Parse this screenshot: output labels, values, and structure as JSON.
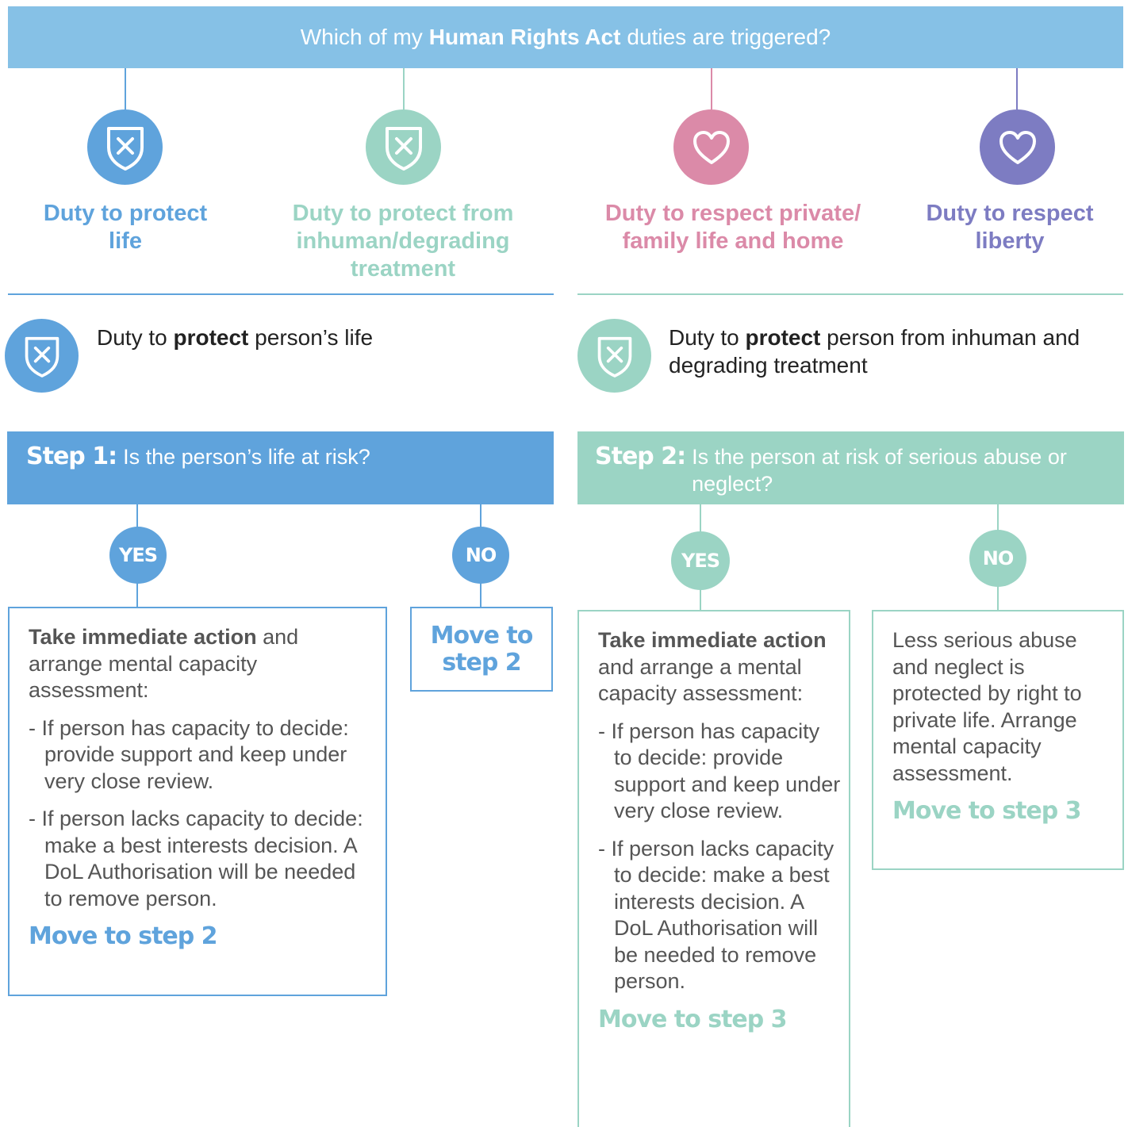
{
  "header": {
    "title_pre": "Which of my",
    "title_bold": "Human Rights Act",
    "title_post": "duties are triggered?"
  },
  "duties": [
    {
      "label": "Duty to protect life",
      "icon": "shield-cross-icon",
      "color": "#5fa3dc"
    },
    {
      "label": "Duty to protect from inhuman/degrading treatment",
      "icon": "shield-cross-icon",
      "color": "#9bd4c4"
    },
    {
      "label": "Duty to respect private/ family life and home",
      "icon": "heart-icon",
      "color": "#db8aa8"
    },
    {
      "label": "Duty to respect liberty",
      "icon": "heart-icon",
      "color": "#7d7cc2"
    }
  ],
  "left": {
    "heading_pre": "Duty to",
    "heading_bold": "protect",
    "heading_post": "person’s life",
    "step_label": "Step 1:",
    "step_question": "Is the person’s life at risk?",
    "yes": "YES",
    "no": "NO",
    "yes_box": {
      "lead_bold": "Take immediate action",
      "lead_rest": "and arrange mental capacity assessment:",
      "bullet1": "- If person has capacity to decide: provide support and keep under very close review.",
      "bullet2": "- If person lacks capacity to decide: make a best interests decision. A DoL Authorisation will be needed to remove person.",
      "move": "Move to step 2"
    },
    "no_box": {
      "move": "Move to step 2"
    }
  },
  "right": {
    "heading_pre": "Duty to",
    "heading_bold": "protect",
    "heading_post": "person from inhuman and degrading treatment",
    "step_label": "Step 2:",
    "step_question": "Is the person at risk of serious abuse or neglect?",
    "yes": "YES",
    "no": "NO",
    "yes_box": {
      "lead_bold": "Take immediate action",
      "lead_rest": "and arrange a mental capacity assessment:",
      "bullet1": "- If person has capacity to decide: provide support and keep under very close review.",
      "bullet2": "- If person lacks capacity to decide: make a best interests decision. A DoL Authorisation will be needed to remove person.",
      "move": "Move to step 3"
    },
    "no_box": {
      "text": "Less serious abuse and neglect is protected by right to private life. Arrange mental capacity assessment.",
      "move": "Move to step 3"
    }
  },
  "colors": {
    "blue": "#5fa3dc",
    "teal": "#9bd4c4",
    "pink": "#db8aa8",
    "purple": "#7d7cc2",
    "header": "#86c1e6"
  }
}
